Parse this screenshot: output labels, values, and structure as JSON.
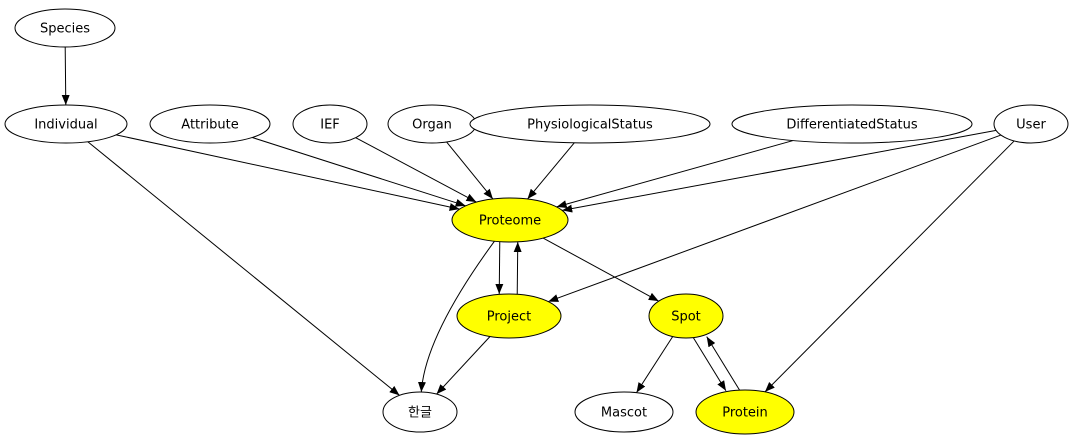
{
  "graph": {
    "nodes": [
      {
        "id": "species",
        "label": "Species",
        "highlight": false
      },
      {
        "id": "individual",
        "label": "Individual",
        "highlight": false
      },
      {
        "id": "attribute",
        "label": "Attribute",
        "highlight": false
      },
      {
        "id": "ief",
        "label": "IEF",
        "highlight": false
      },
      {
        "id": "organ",
        "label": "Organ",
        "highlight": false
      },
      {
        "id": "physio",
        "label": "PhysiologicalStatus",
        "highlight": false
      },
      {
        "id": "diff",
        "label": "DifferentiatedStatus",
        "highlight": false
      },
      {
        "id": "user",
        "label": "User",
        "highlight": false
      },
      {
        "id": "proteome",
        "label": "Proteome",
        "highlight": true
      },
      {
        "id": "project",
        "label": "Project",
        "highlight": true
      },
      {
        "id": "spot",
        "label": "Spot",
        "highlight": true
      },
      {
        "id": "hangul",
        "label": "한글",
        "highlight": false
      },
      {
        "id": "mascot",
        "label": "Mascot",
        "highlight": false
      },
      {
        "id": "protein",
        "label": "Protein",
        "highlight": true
      }
    ],
    "edges": [
      [
        "species",
        "individual"
      ],
      [
        "individual",
        "proteome"
      ],
      [
        "individual",
        "hangul"
      ],
      [
        "attribute",
        "proteome"
      ],
      [
        "ief",
        "proteome"
      ],
      [
        "organ",
        "proteome"
      ],
      [
        "physio",
        "proteome"
      ],
      [
        "diff",
        "proteome"
      ],
      [
        "user",
        "proteome"
      ],
      [
        "user",
        "project"
      ],
      [
        "user",
        "protein"
      ],
      [
        "proteome",
        "project"
      ],
      [
        "project",
        "proteome"
      ],
      [
        "proteome",
        "spot"
      ],
      [
        "proteome",
        "hangul"
      ],
      [
        "project",
        "hangul"
      ],
      [
        "spot",
        "mascot"
      ],
      [
        "spot",
        "protein"
      ],
      [
        "protein",
        "spot"
      ]
    ],
    "colors": {
      "highlight": "#ffff00",
      "normal": "#ffffff",
      "stroke": "#000000"
    }
  }
}
